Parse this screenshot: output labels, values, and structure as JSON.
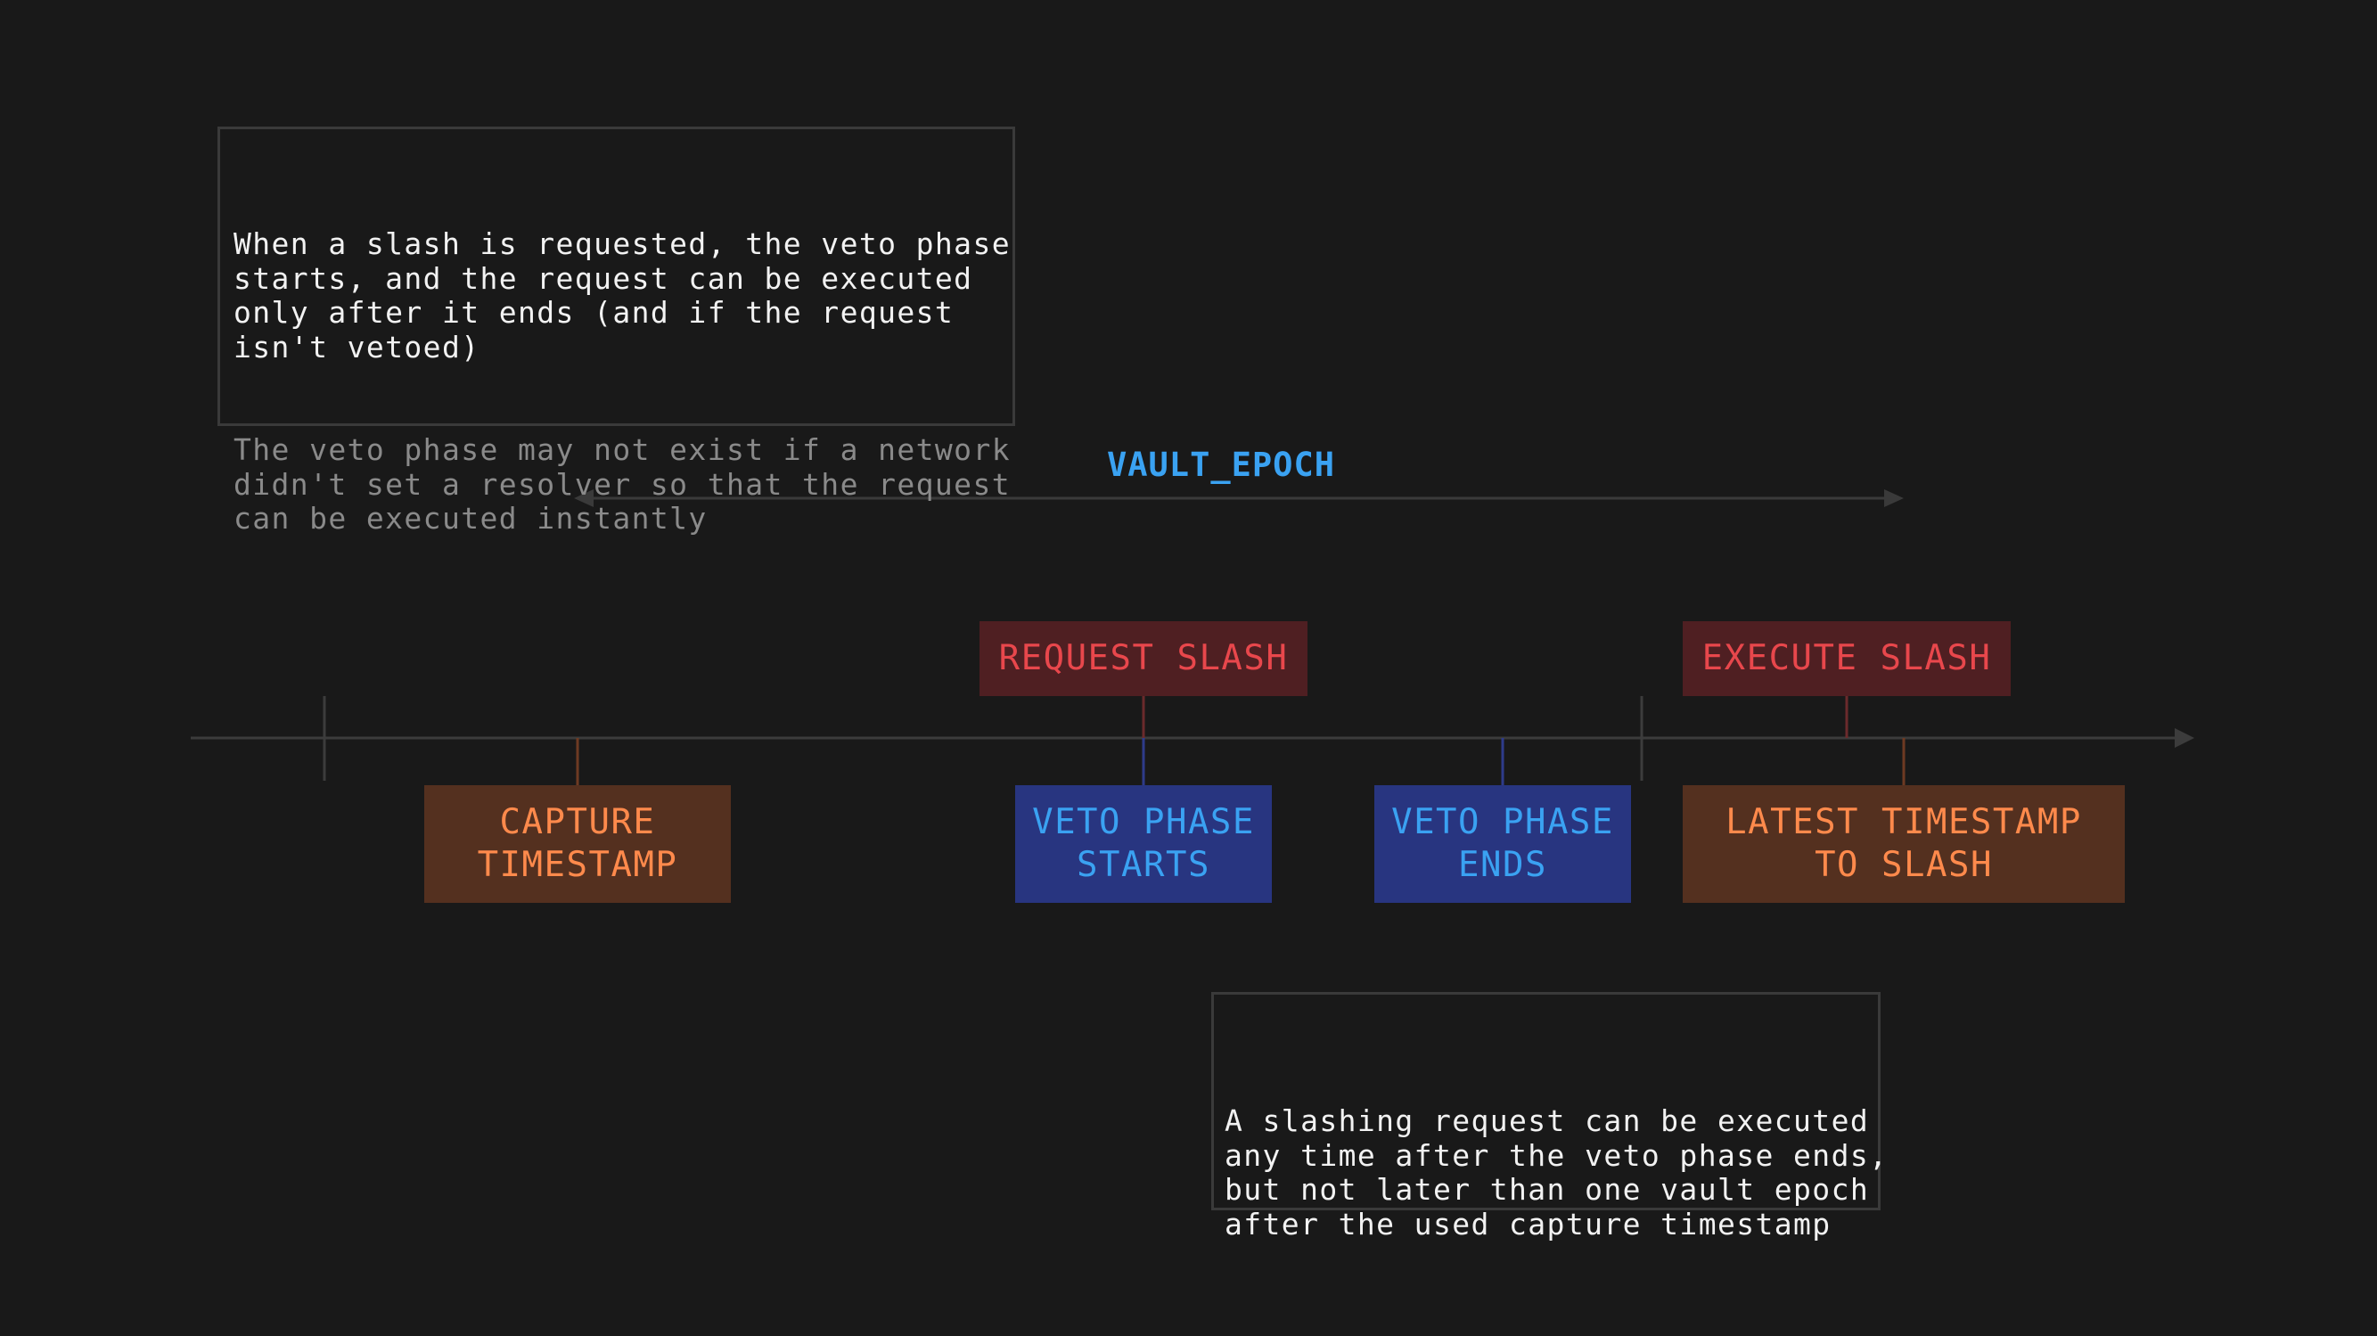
{
  "vault_epoch_label": "VAULT_EPOCH",
  "note_veto": {
    "main_text": "When a slash is requested, the veto phase\nstarts, and the request can be executed\nonly after it ends (and if the request\nisn't vetoed)",
    "muted_text": "The veto phase may not exist if a network\ndidn't set a resolver so that the request\ncan be executed instantly"
  },
  "note_execution": {
    "text": "A slashing request can be executed\nany time after the veto phase ends,\nbut not later than one vault epoch\nafter the used capture timestamp"
  },
  "events": {
    "request_slash": "REQUEST SLASH",
    "execute_slash": "EXECUTE SLASH",
    "capture_timestamp": "CAPTURE\nTIMESTAMP",
    "veto_phase_starts": "VETO PHASE\nSTARTS",
    "veto_phase_ends": "VETO PHASE\nENDS",
    "latest_timestamp": "LATEST TIMESTAMP\nTO SLASH"
  },
  "colors": {
    "background": "#191919",
    "red_box": "#4f1f22",
    "red_text": "#e8474c",
    "orange_box": "#54301f",
    "orange_text": "#ff8a4c",
    "blue_box": "#283580",
    "blue_text": "#3aa2f2",
    "axis": "#3c3c3c"
  }
}
